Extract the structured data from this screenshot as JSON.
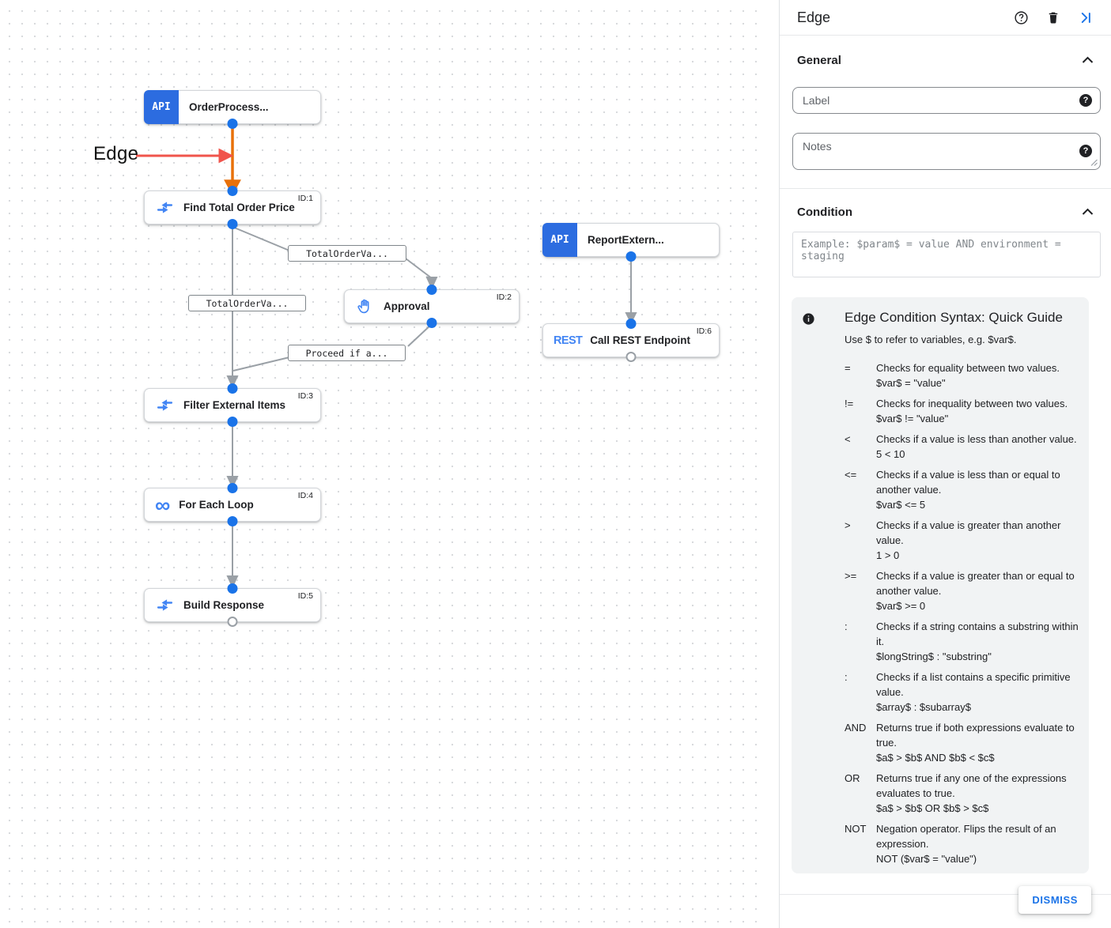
{
  "canvas": {
    "annotation_label": "Edge",
    "nodes": {
      "trigger": {
        "title": "OrderProcess...",
        "badge": "API"
      },
      "find": {
        "title": "Find Total Order Price",
        "id": "ID:1"
      },
      "approval": {
        "title": "Approval",
        "id": "ID:2"
      },
      "filter": {
        "title": "Filter External Items",
        "id": "ID:3"
      },
      "foreach": {
        "title": "For Each Loop",
        "id": "ID:4",
        "icon_glyph": "∞"
      },
      "build": {
        "title": "Build Response",
        "id": "ID:5"
      },
      "report": {
        "title": "ReportExtern...",
        "badge": "API"
      },
      "rest": {
        "title": "Call REST Endpoint",
        "id": "ID:6",
        "badge": "REST"
      }
    },
    "edge_labels": {
      "a": "TotalOrderVa...",
      "b": "TotalOrderVa...",
      "c": "Proceed if a..."
    }
  },
  "panel": {
    "title": "Edge",
    "general_section": "General",
    "condition_section": "Condition",
    "label_placeholder": "Label",
    "notes_placeholder": "Notes",
    "condition_placeholder": "Example: $param$ = value AND environment = staging",
    "dismiss_label": "DISMISS"
  },
  "guide": {
    "title": "Edge Condition Syntax: Quick Guide",
    "intro": "Use $ to refer to variables, e.g. $var$.",
    "rows": [
      {
        "op": "=",
        "desc": "Checks for equality between two values.",
        "example": "$var$ = \"value\""
      },
      {
        "op": "!=",
        "desc": "Checks for inequality between two values.",
        "example": "$var$ != \"value\""
      },
      {
        "op": "<",
        "desc": "Checks if a value is less than another value.",
        "example": "5 < 10"
      },
      {
        "op": "<=",
        "desc": "Checks if a value is less than or equal to another value.",
        "example": "$var$ <= 5"
      },
      {
        "op": ">",
        "desc": "Checks if a value is greater than another value.",
        "example": "1 > 0"
      },
      {
        "op": ">=",
        "desc": "Checks if a value is greater than or equal to another value.",
        "example": "$var$ >= 0"
      },
      {
        "op": ":",
        "desc": "Checks if a string contains a substring within it.",
        "example": "$longString$ : \"substring\""
      },
      {
        "op": ":",
        "desc": "Checks if a list contains a specific primitive value.",
        "example": "$array$ : $subarray$"
      },
      {
        "op": "AND",
        "desc": "Returns true if both expressions evaluate to true.",
        "example": "$a$ > $b$ AND $b$ < $c$"
      },
      {
        "op": "OR",
        "desc": "Returns true if any one of the expressions evaluates to true.",
        "example": "$a$ > $b$ OR $b$ > $c$"
      },
      {
        "op": "NOT",
        "desc": "Negation operator. Flips the result of an expression.",
        "example": "NOT ($var$ = \"value\")"
      }
    ]
  },
  "colors": {
    "accent_blue": "#1a73e8",
    "icon_blue": "#4285f4",
    "edge_gray": "#9aa0a6",
    "selected_edge_orange": "#e8710a",
    "annotation_red": "#f0544c",
    "guide_bg": "#f1f3f4"
  }
}
